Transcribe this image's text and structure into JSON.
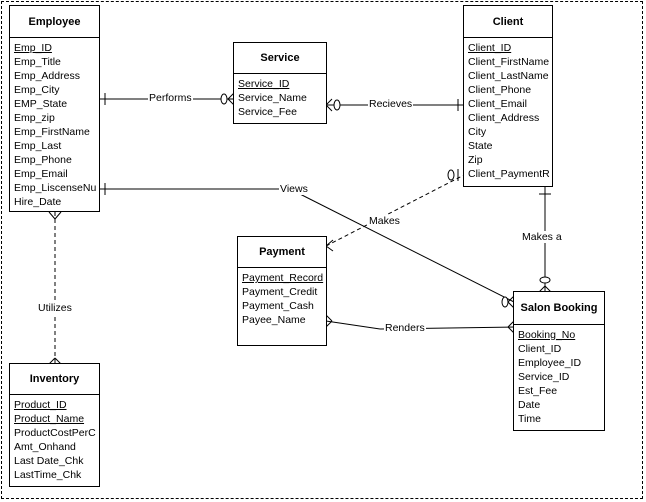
{
  "entities": {
    "employee": {
      "title": "Employee",
      "attributes": [
        "Emp_ID",
        "Emp_Title",
        "Emp_Address",
        "Emp_City",
        "EMP_State",
        "Emp_zip",
        "Emp_FirstName",
        "Emp_Last",
        "Emp_Phone",
        "Emp_Email",
        "Emp_LiscenseNu",
        "Hire_Date"
      ],
      "keys": [
        true,
        false,
        false,
        false,
        false,
        false,
        false,
        false,
        false,
        false,
        false,
        false
      ]
    },
    "service": {
      "title": "Service",
      "attributes": [
        "Service_ID",
        "Service_Name",
        "Service_Fee"
      ],
      "keys": [
        true,
        false,
        false
      ]
    },
    "client": {
      "title": "Client",
      "attributes": [
        "Client_ID",
        "Client_FirstName",
        "Client_LastName",
        "Client_Phone",
        "Client_Email",
        "Client_Address",
        "City",
        "State",
        "Zip",
        "Client_PaymentR"
      ],
      "keys": [
        true,
        false,
        false,
        false,
        false,
        false,
        false,
        false,
        false,
        false
      ]
    },
    "payment": {
      "title": "Payment",
      "attributes": [
        "Payment_Record",
        "Payment_Credit",
        "Payment_Cash",
        "Payee_Name"
      ],
      "keys": [
        true,
        false,
        false,
        false
      ]
    },
    "salon_booking": {
      "title": "Salon Booking",
      "attributes": [
        "Booking_No",
        "Client_ID",
        "Employee_ID",
        "Service_ID",
        "Est_Fee",
        "Date",
        "Time"
      ],
      "keys": [
        true,
        false,
        false,
        false,
        false,
        false,
        false
      ]
    },
    "inventory": {
      "title": "Inventory",
      "attributes": [
        "Product_ID",
        "Product_Name",
        "ProductCostPerC",
        "Amt_Onhand",
        "Last Date_Chk",
        "LastTime_Chk"
      ],
      "keys": [
        true,
        true,
        false,
        false,
        false,
        false
      ]
    }
  },
  "relationships": {
    "performs": "Performs",
    "recieves": "Recieves",
    "views": "Views",
    "makes": "Makes",
    "makes_a": "Makes a",
    "utilizes": "Utilizes",
    "renders": "Renders"
  }
}
